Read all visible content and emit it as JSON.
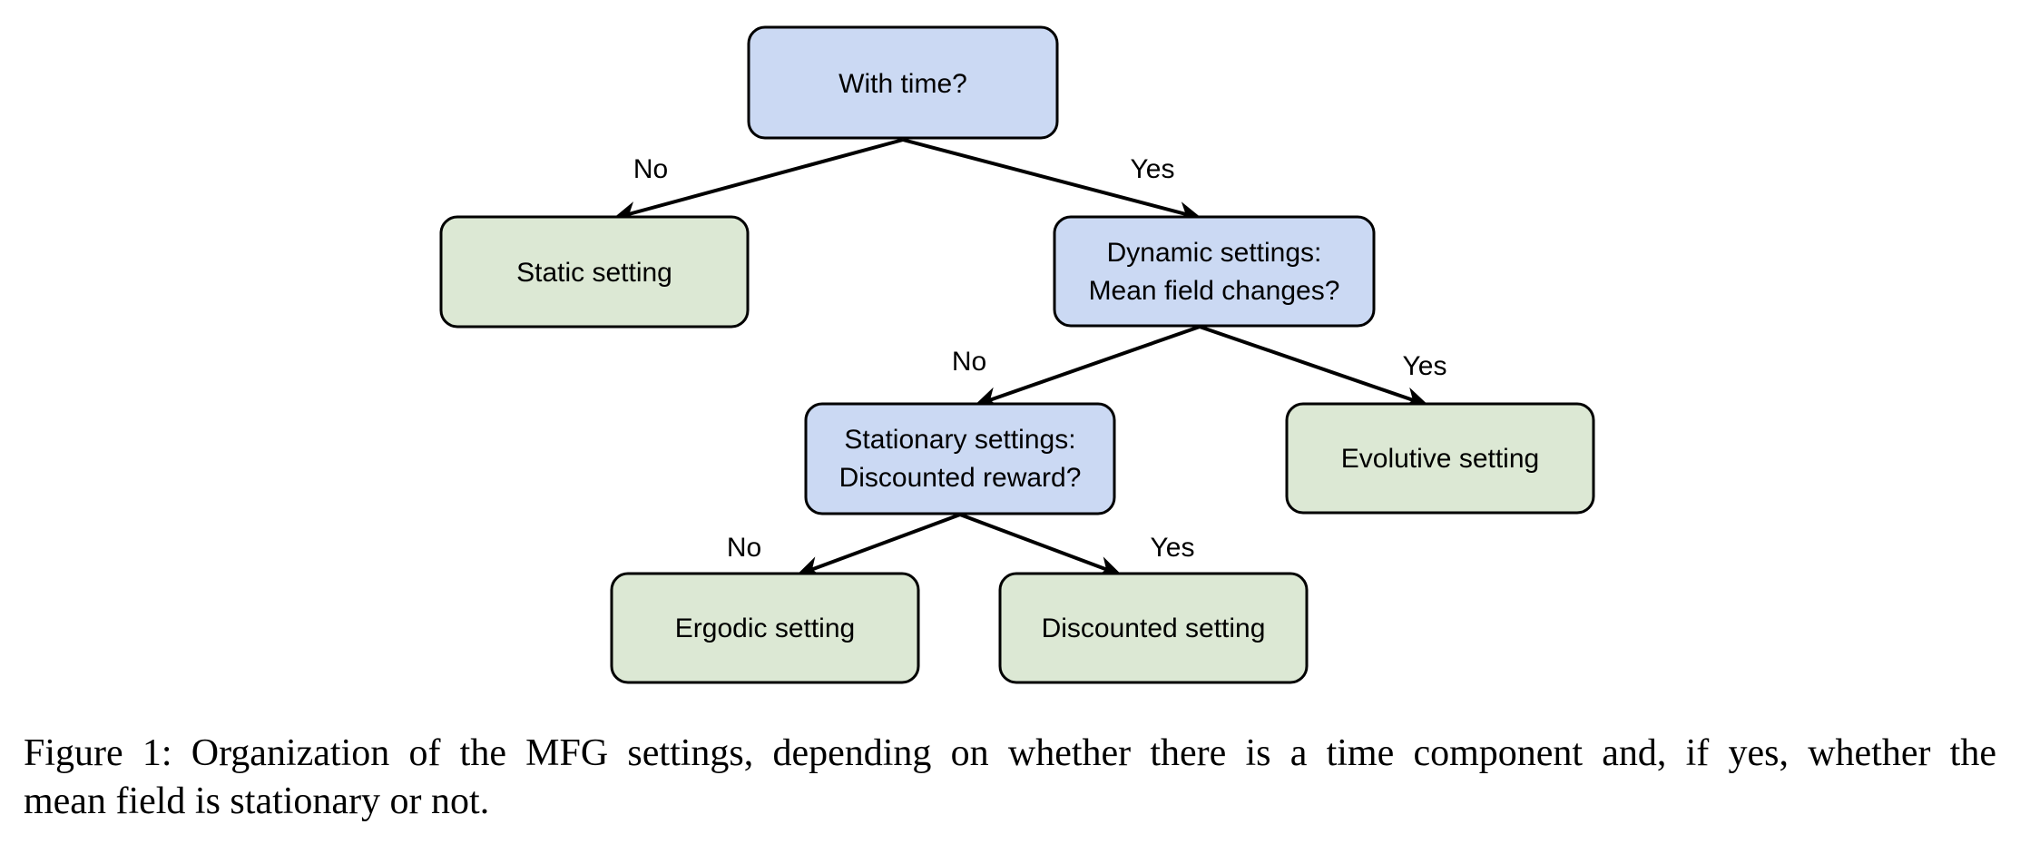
{
  "figure": {
    "colors": {
      "decision_fill": "#cbd9f3",
      "leaf_fill": "#dce8d4",
      "stroke": "#000000"
    },
    "nodes": {
      "with_time": {
        "label": "With time?"
      },
      "static": {
        "label": "Static setting"
      },
      "dynamic": {
        "lines": [
          "Dynamic settings:",
          "Mean field changes?"
        ]
      },
      "stationary": {
        "lines": [
          "Stationary settings:",
          "Discounted reward?"
        ]
      },
      "evolutive": {
        "label": "Evolutive setting"
      },
      "ergodic": {
        "label": "Ergodic setting"
      },
      "discounted": {
        "label": "Discounted setting"
      }
    },
    "edges": {
      "l1_no": "No",
      "l1_yes": "Yes",
      "l2_no": "No",
      "l2_yes": "Yes",
      "l3_no": "No",
      "l3_yes": "Yes"
    },
    "caption": {
      "line1": "Figure 1: Organization of the MFG settings, depending on whether there is a time component and, if yes, whether the",
      "line2": "mean field is stationary or not."
    }
  }
}
